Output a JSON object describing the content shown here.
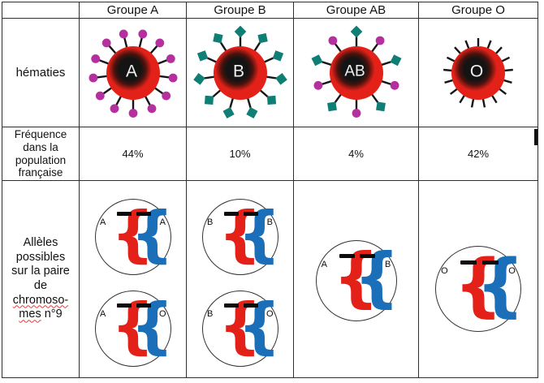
{
  "header": {
    "corner": "",
    "groups": [
      "Groupe A",
      "Groupe B",
      "Groupe AB",
      "Groupe O"
    ]
  },
  "rows": {
    "hematies_label": "hématies",
    "frequence_label": "Fréquence\ndans la\npopulation\nfrançaise",
    "frequencies": [
      "44%",
      "10%",
      "4%",
      "42%"
    ],
    "alleles_label": {
      "part1": "Allèles\npossibles\nsur la paire\nde",
      "part2_misspelled": "chromoso-",
      "part3_misspelled": "mes",
      "part4": " n°9"
    }
  },
  "hematies": [
    {
      "group": "A",
      "letter": "A",
      "antigen_shape": "circle",
      "antigen_count": 13,
      "phase": 0.5
    },
    {
      "group": "B",
      "letter": "B",
      "antigen_shape": "diamond",
      "antigen_count": 11,
      "phase": 0
    },
    {
      "group": "AB",
      "letter": "AB",
      "antigen_shape": "mixed",
      "antigen_count": 10,
      "phase": 0
    },
    {
      "group": "O",
      "letter": "O",
      "antigen_shape": "none",
      "antigen_count": 17,
      "phase": 0
    }
  ],
  "genotypes": [
    {
      "group": "A",
      "pairs": [
        [
          "A",
          "A"
        ],
        [
          "A",
          "O"
        ]
      ]
    },
    {
      "group": "B",
      "pairs": [
        [
          "B",
          "B"
        ],
        [
          "B",
          "O"
        ]
      ]
    },
    {
      "group": "AB",
      "pairs": [
        [
          "A",
          "B"
        ]
      ]
    },
    {
      "group": "O",
      "pairs": [
        [
          "O",
          "O"
        ]
      ]
    }
  ],
  "colors": {
    "cell_red": "#e32119",
    "cell_core": "#141414",
    "antigen_a": "#b5309f",
    "antigen_b": "#0f7e74",
    "chromosome_red": "#e32119",
    "chromosome_blue": "#1a6fb8",
    "letter_white": "#f0f0f0",
    "grid_line": "#2e2e2e",
    "misspell_underline": "#e53935"
  }
}
